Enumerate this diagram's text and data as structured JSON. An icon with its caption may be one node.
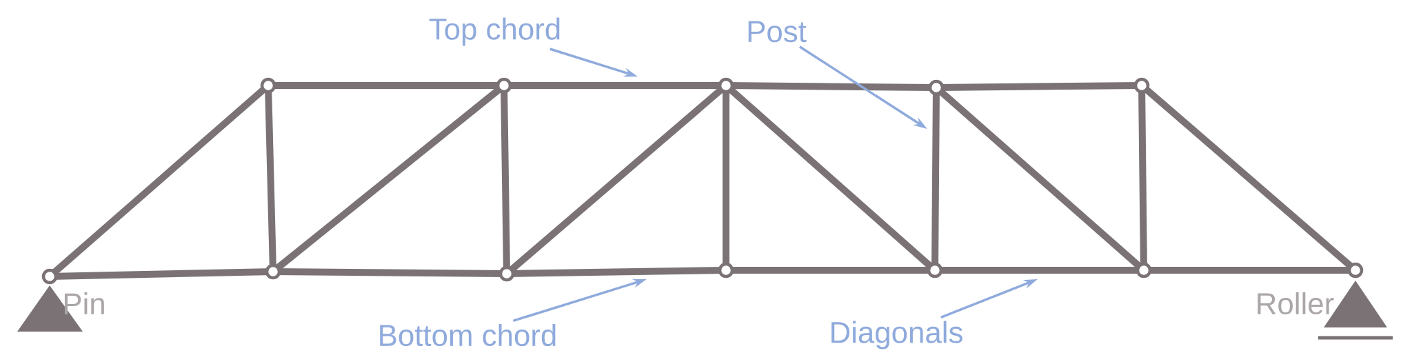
{
  "diagram": {
    "nodes": [
      {
        "text": [
          "Top chord"
        ]
      },
      {
        "text": [
          "Post"
        ]
      },
      {
        "text": [
          "Bottom chord"
        ]
      },
      {
        "text": [
          "Diagonals"
        ]
      }
    ],
    "edges": [
      {
        "from": 0,
        "to": null,
        "arrow": "to"
      },
      {
        "from": 1,
        "to": null,
        "arrow": "to"
      },
      {
        "from": 2,
        "to": null,
        "arrow": "to"
      },
      {
        "from": 3,
        "to": null,
        "arrow": "to"
      }
    ],
    "labels": [
      "Pin",
      "Roller"
    ]
  }
}
